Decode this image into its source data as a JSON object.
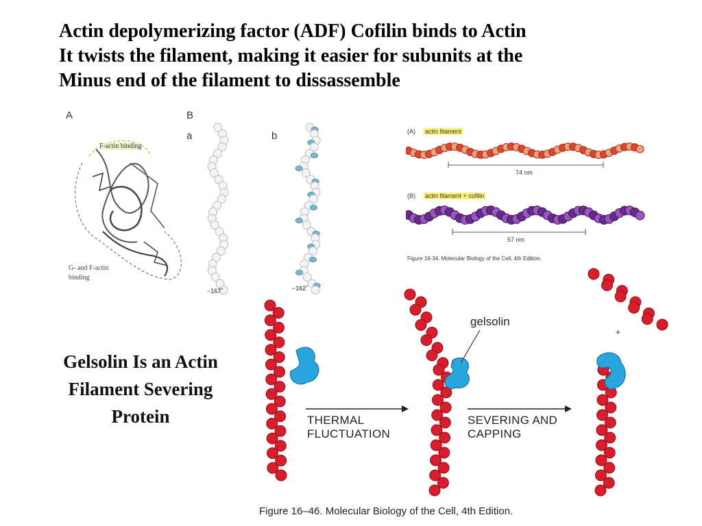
{
  "title": {
    "line1": "Actin depolymerizing factor (ADF)  Cofilin binds to Actin",
    "line2": "It twists the filament, making it easier for subunits at the",
    "line3": "Minus end of the filament to dissassemble"
  },
  "panel_a": {
    "letter": "A",
    "label_top": "F-actin binding",
    "label_bottom_1": "G- and F-actin",
    "label_bottom_2": "binding"
  },
  "panel_b": {
    "letter": "B",
    "sub_a": "a",
    "sub_b": "b",
    "angle_a": "−167˚",
    "angle_b": "−162˚"
  },
  "filament_figure": {
    "label_a_prefix": "(A)",
    "label_a": "actin filament",
    "measure_a": "74 nm",
    "label_b_prefix": "(B)",
    "label_b": "actin filament + cofilin",
    "measure_b": "57 nm",
    "caption": "Figure 16-34. Molecular Biology of the Cell, 4th Edition."
  },
  "gelsolin": {
    "title_line1": "Gelsolin Is an Actin",
    "title_line2": "Filament Severing",
    "title_line3": "Protein",
    "protein_label": "gelsolin",
    "plus": "+",
    "step1_line1": "THERMAL",
    "step1_line2": "FLUCTUATION",
    "step2_line1": "SEVERING AND",
    "step2_line2": "CAPPING",
    "caption": "Figure 16–46. Molecular Biology of the Cell, 4th Edition."
  },
  "colors": {
    "actin_red": "#d81e2c",
    "gelsolin_blue": "#2aa6df",
    "cofilin_purple": "#6a2a8c",
    "actin_orange": "#d9482a",
    "highlight": "#fbf27a"
  }
}
